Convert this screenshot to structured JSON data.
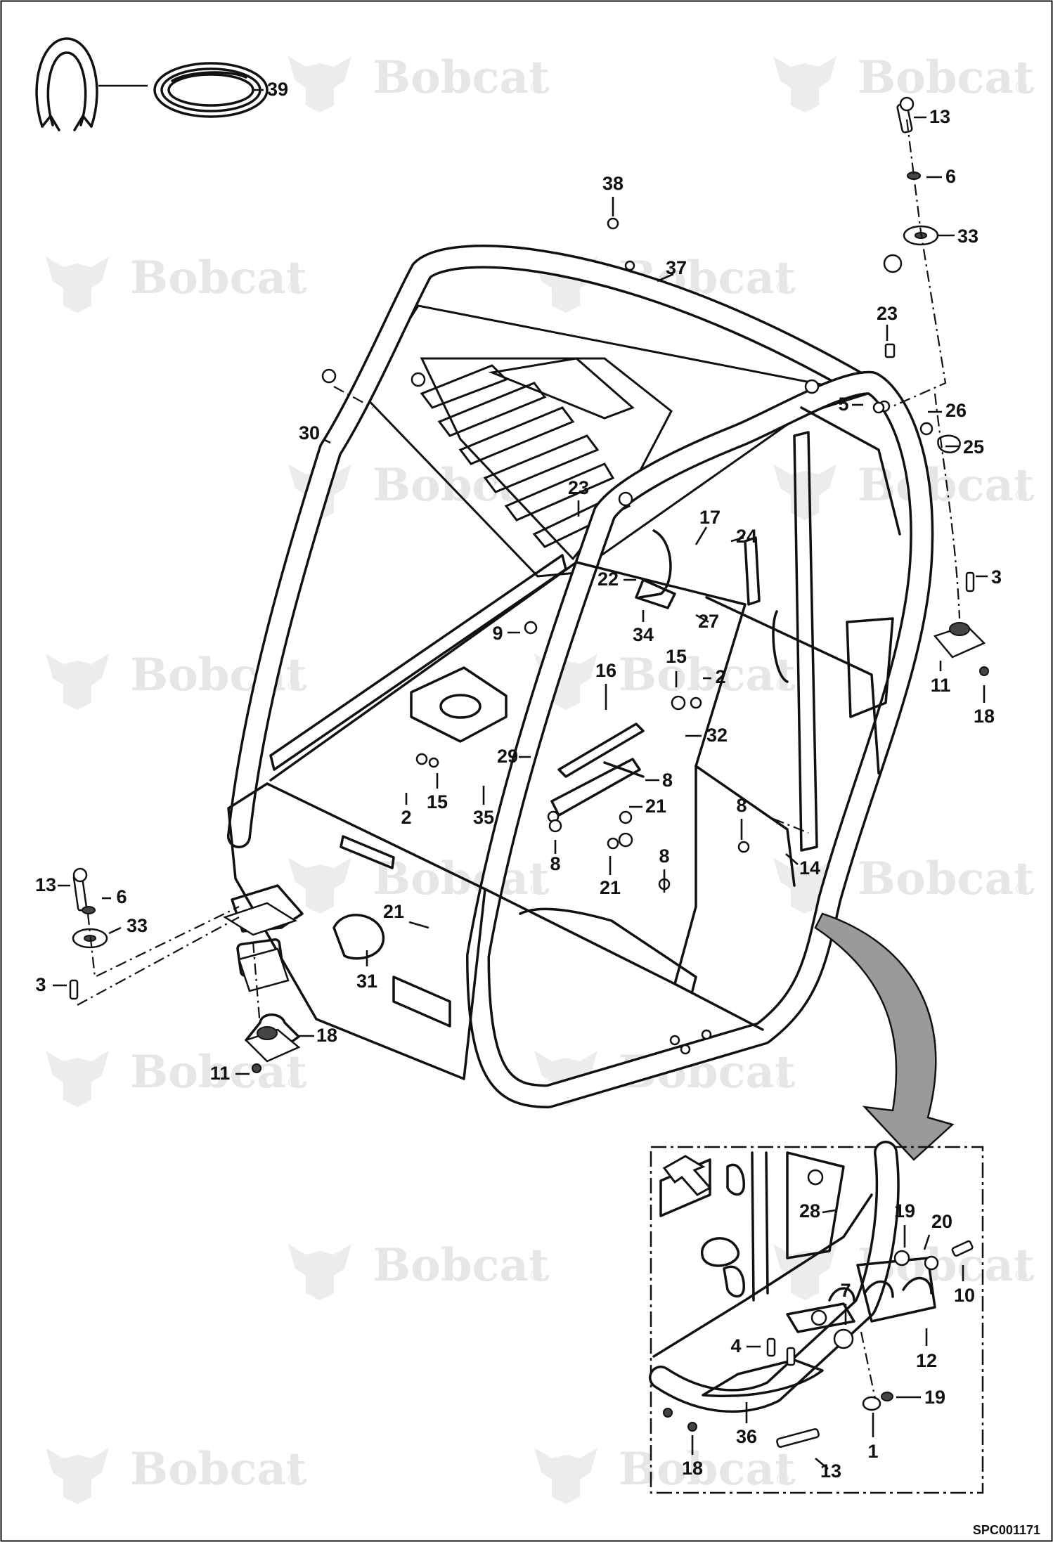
{
  "brand": {
    "watermark": "Bobcat",
    "registered_mark": "®"
  },
  "figure_id": "SPC001171",
  "colors": {
    "line": "#111111",
    "watermark": "#e6e6e6",
    "arrow": "#9a9a9a",
    "background": "#ffffff"
  },
  "callouts": [
    "39",
    "13",
    "6",
    "33",
    "38",
    "37",
    "23",
    "5",
    "26",
    "25",
    "30",
    "23",
    "17",
    "24",
    "22",
    "3",
    "34",
    "27",
    "9",
    "15",
    "11",
    "18",
    "16",
    "2",
    "32",
    "29",
    "8",
    "2",
    "15",
    "35",
    "21",
    "8",
    "8",
    "8",
    "21",
    "14",
    "13",
    "6",
    "33",
    "21",
    "3",
    "31",
    "18",
    "11",
    "28",
    "19",
    "20",
    "10",
    "7",
    "4",
    "12",
    "19",
    "36",
    "1",
    "18",
    "13"
  ]
}
